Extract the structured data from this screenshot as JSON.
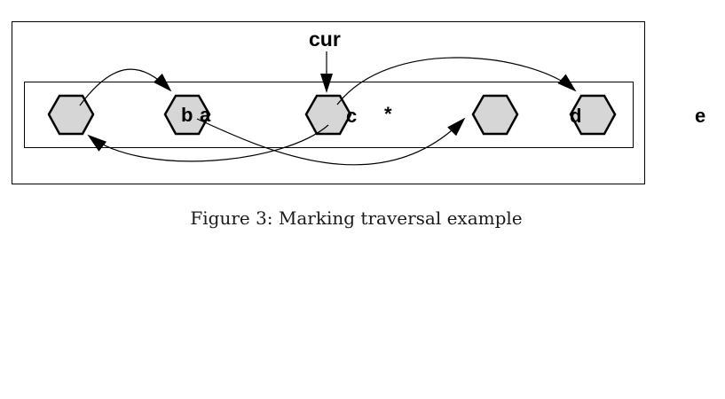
{
  "labels": {
    "cur": "cur",
    "b": "b",
    "a": "a",
    "c": "c",
    "star": "*",
    "d": "d",
    "e": "e"
  },
  "caption": "Figure 3: Marking traversal example",
  "colors": {
    "node_fill": "#d6d6d6",
    "stroke": "#000000"
  }
}
